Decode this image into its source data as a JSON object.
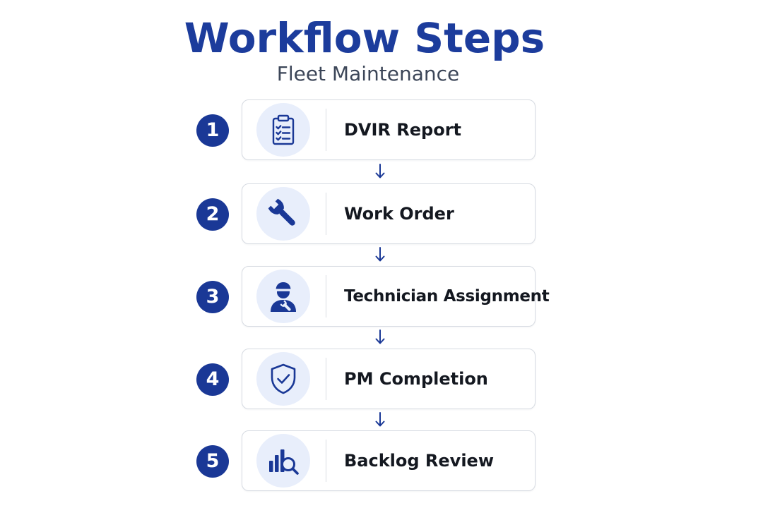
{
  "header": {
    "title": "Workflow Steps",
    "subtitle": "Fleet Maintenance"
  },
  "steps": [
    {
      "number": "1",
      "label": "DVIR Report",
      "icon": "clipboard-checklist-icon"
    },
    {
      "number": "2",
      "label": "Work Order",
      "icon": "wrench-icon"
    },
    {
      "number": "3",
      "label": "Technician Assignment",
      "icon": "technician-icon"
    },
    {
      "number": "4",
      "label": "PM Completion",
      "icon": "shield-check-icon"
    },
    {
      "number": "5",
      "label": "Backlog Review",
      "icon": "bar-chart-search-icon"
    }
  ],
  "colors": {
    "accent": "#1a3896",
    "title": "#1c3c9c",
    "icon_background": "#e8eefb",
    "card_border": "#d7dbe2"
  }
}
